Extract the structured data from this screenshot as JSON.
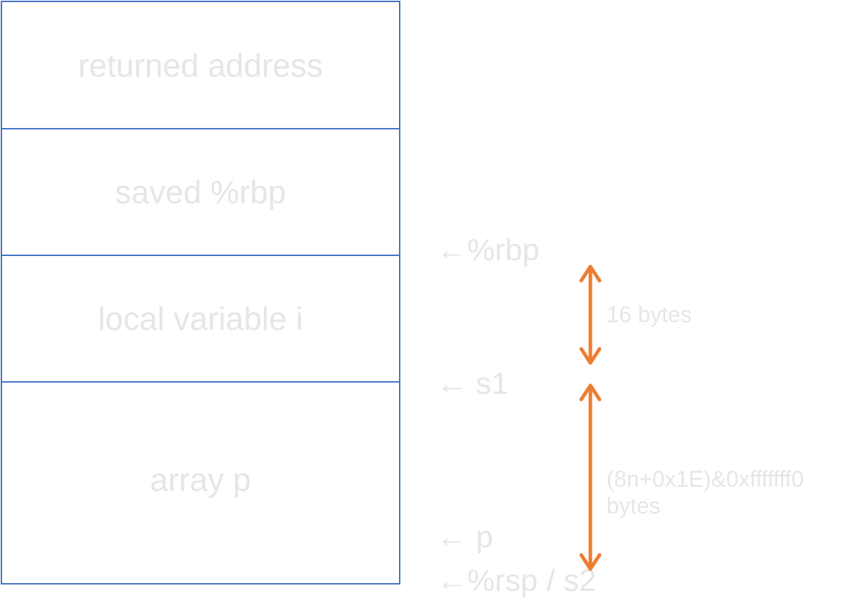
{
  "stack": {
    "cells": [
      {
        "label": "returned address"
      },
      {
        "label": "saved %rbp"
      },
      {
        "label": "local variable i"
      },
      {
        "label": "array p"
      }
    ]
  },
  "pointers": {
    "rbp": "←%rbp",
    "s1": "← s1",
    "p": "← p",
    "rsp": "←%rsp / s2"
  },
  "sizes": {
    "upper": "16 bytes",
    "lower_line1": "(8n+0x1E)&0xfffffff0",
    "lower_line2": "bytes"
  },
  "colors": {
    "frame_border": "#4472c4",
    "arrow": "#ed7d31",
    "text": "#e6e6e6"
  }
}
